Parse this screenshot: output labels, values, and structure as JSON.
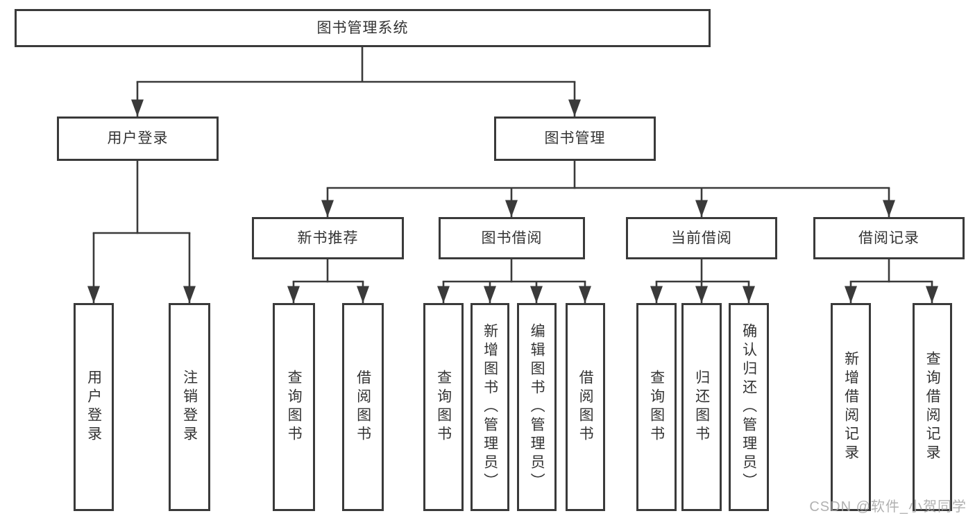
{
  "colors": {
    "line": "#3a3a3a",
    "box_border": "#3a3a3a",
    "text": "#333333",
    "background": "#ffffff",
    "watermark": "#a3a3a3"
  },
  "tree": {
    "label": "图书管理系统",
    "children": [
      {
        "label": "用户登录",
        "children": [
          {
            "label": "用户登录"
          },
          {
            "label": "注销登录"
          }
        ]
      },
      {
        "label": "图书管理",
        "children": [
          {
            "label": "新书推荐",
            "children": [
              {
                "label": "查询图书"
              },
              {
                "label": "借阅图书"
              }
            ]
          },
          {
            "label": "图书借阅",
            "children": [
              {
                "label": "查询图书"
              },
              {
                "label": "新增图书（管理员）"
              },
              {
                "label": "编辑图书（管理员）"
              },
              {
                "label": "借阅图书"
              }
            ]
          },
          {
            "label": "当前借阅",
            "children": [
              {
                "label": "查询图书"
              },
              {
                "label": "归还图书"
              },
              {
                "label": "确认归还（管理员）"
              }
            ]
          },
          {
            "label": "借阅记录",
            "children": [
              {
                "label": "新增借阅记录"
              },
              {
                "label": "查询借阅记录"
              }
            ]
          }
        ]
      }
    ]
  },
  "watermark": "CSDN @软件_小贺同学"
}
